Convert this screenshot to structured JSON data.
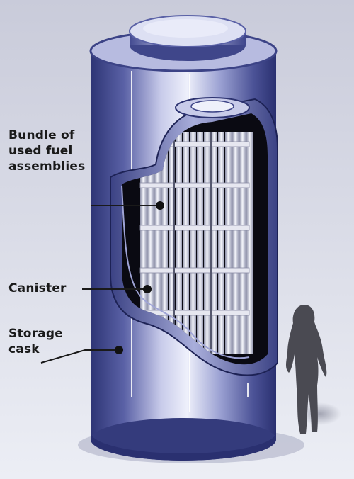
{
  "labels": {
    "bundle": [
      "Bundle of",
      "used fuel",
      "assemblies"
    ],
    "canister": "Canister",
    "cask": [
      "Storage",
      "cask"
    ]
  },
  "colors": {
    "background": "#dcdde8",
    "cask_dark": "#3a4080",
    "cask_mid": "#7e85c0",
    "cask_light": "#dfe2f4",
    "interior": "#0a0a12",
    "rods": "#c9cbd8",
    "silhouette": "#4a4a52"
  },
  "icons": {
    "figure": "human-silhouette-icon"
  }
}
